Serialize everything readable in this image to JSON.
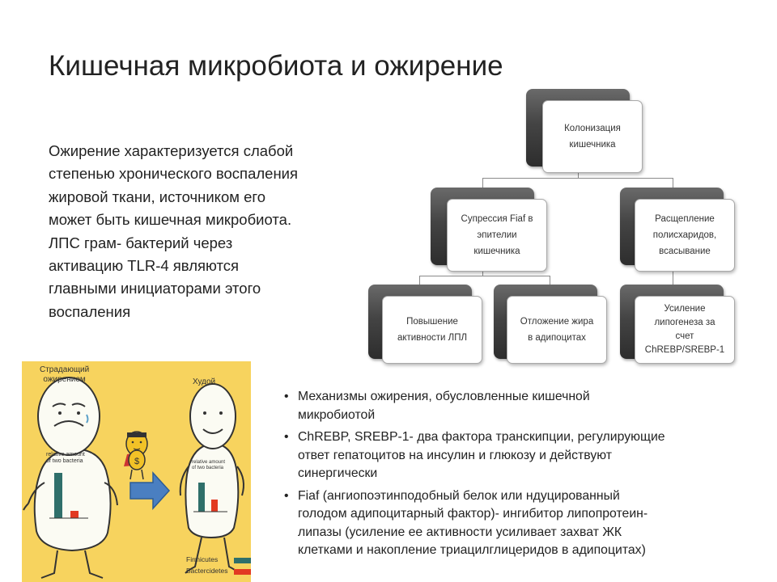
{
  "slide": {
    "title": "Кишечная микробиота и ожирение",
    "intro_lines": [
      "Ожирение характеризуется слабой",
      "степенью хронического воспаления",
      "жировой ткани, источником его",
      "может быть кишечная микробиота.",
      "ЛПС грам- бактерий через",
      "активацию TLR-4 являются",
      "главными инициаторами этого",
      "воспаления"
    ]
  },
  "diagram": {
    "root": [
      "Колонизация",
      "кишечника"
    ],
    "left": [
      "Супрессия Fiaf в",
      "эпителии",
      "кишечника"
    ],
    "right": [
      "Расщепление",
      "полисхаридов,",
      "всасывание"
    ],
    "leaf1": [
      "Повышение",
      "активности ЛПЛ"
    ],
    "leaf2": [
      "Отложение жира",
      "в адипоцитах"
    ],
    "leaf3": [
      "Усиление",
      "липогенеза за",
      "счет",
      "ChREBP/SREBP-1"
    ]
  },
  "cartoon": {
    "label_obese": [
      "Страдающий",
      "ожирением"
    ],
    "label_thin": "Худой",
    "chart_caption_obese": [
      "relative amount",
      "of two bacteria"
    ],
    "chart_caption_thin": [
      "relative amount",
      "of two bacteria"
    ],
    "legend": [
      "Firmicutes",
      "Bactercidetes"
    ],
    "coin_symbol": "$",
    "colors": {
      "background": "#f7d35e",
      "firmicutes": "#2f6f6a",
      "bacteroidetes": "#e23a22",
      "arrow": "#4a7fc1"
    },
    "bars": {
      "obese": {
        "firmicutes": 0.85,
        "bacteroidetes": 0.12
      },
      "thin": {
        "firmicutes": 0.55,
        "bacteroidetes": 0.22
      }
    }
  },
  "bullets": [
    {
      "lines": [
        "Механизмы ожирения, обусловленные кишечной",
        "микробиотой"
      ]
    },
    {
      "lines": [
        "ChREBP, SREBP-1- два фактора транскипции, регулирующие",
        "ответ гепатоцитов на инсулин и глюкозу и действуют",
        "синергически"
      ]
    },
    {
      "lines": [
        "Fiaf (ангиопоэтинподобный белок или ндуцированный",
        "голодом адипоцитарный фактор)- ингибитор липопротеин-",
        "липазы (усиление ее активности усиливает захват ЖК",
        "клетками и накопление триацилглицеридов в адипоцитах)"
      ]
    }
  ],
  "bullet_symbol": "•"
}
